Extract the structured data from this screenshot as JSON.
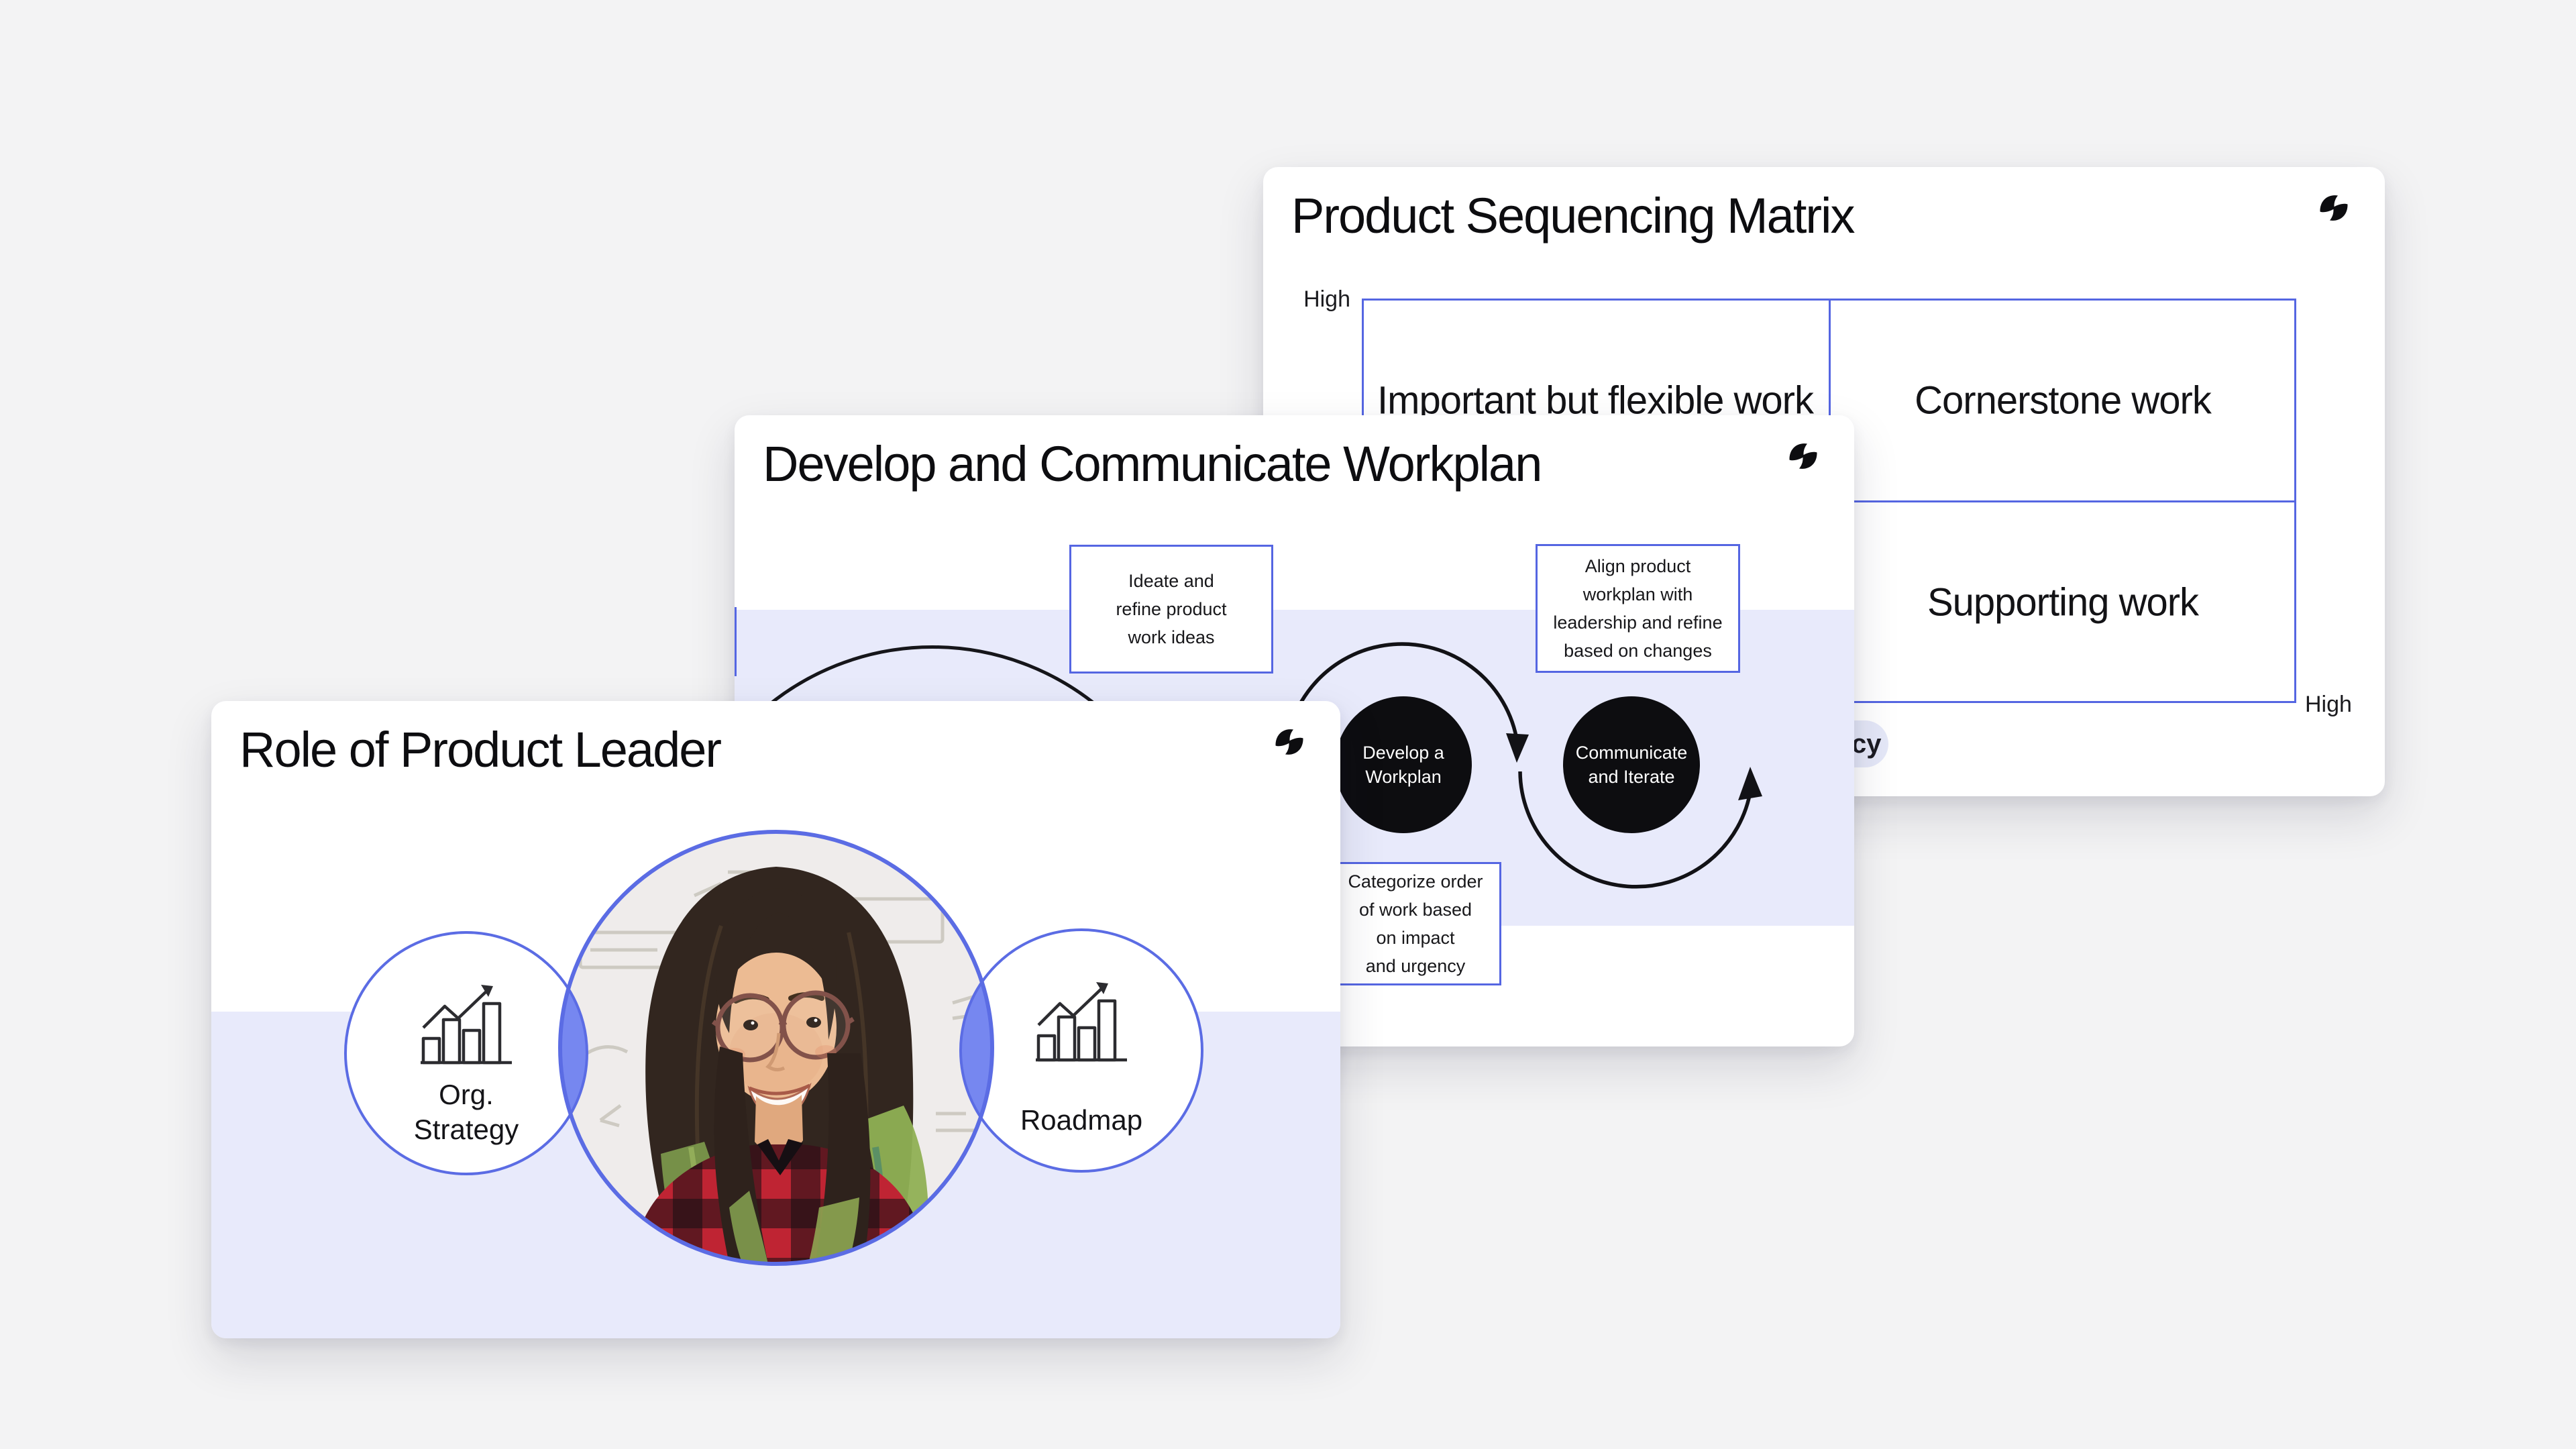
{
  "page": {
    "background": "#f3f3f4"
  },
  "colors": {
    "accent_border": "#5566e2",
    "venn_overlap": "#7687f0",
    "band": "#e8eafb",
    "pill_background": "#e5e8f8",
    "step_circle": "#0d0d10",
    "ink": "#0d0d10"
  },
  "slides": {
    "matrix": {
      "title": "Product Sequencing Matrix",
      "y_axis_top_label": "High",
      "x_axis_right_label": "High",
      "quadrant_top_left": "Important but flexible work",
      "quadrant_top_right": "Cornerstone work",
      "quadrant_bottom_right": "Supporting work",
      "axis_pill_visible_text": "cy"
    },
    "workplan": {
      "title": "Develop and Communicate Workplan",
      "callout_ideate": "Ideate and\nrefine product\nwork ideas",
      "callout_align": "Align product\nworkplan with\nleadership and refine\nbased on changes",
      "callout_categorize": "Categorize order\nof work based\non impact\nand urgency",
      "step_develop": "Develop a\nWorkplan",
      "step_communicate": "Communicate\nand Iterate"
    },
    "role": {
      "title": "Role of Product Leader",
      "left_circle_label_line1": "Org.",
      "left_circle_label_line2": "Strategy",
      "right_circle_label": "Roadmap"
    }
  }
}
